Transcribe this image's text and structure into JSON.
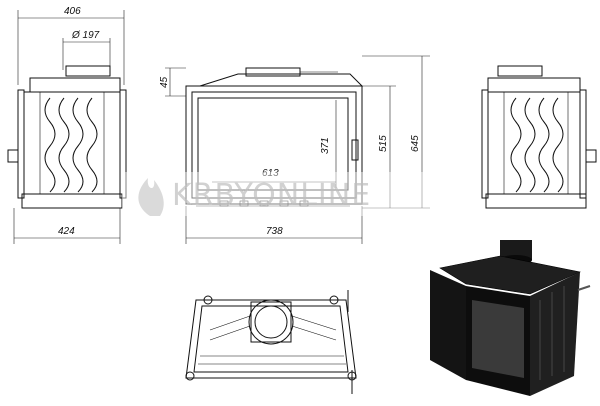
{
  "dimensions": {
    "side_width": "406",
    "flue_diameter": "Ø 197",
    "side_depth": "424",
    "top_offset": "45",
    "glass_height": "371",
    "glass_width": "613",
    "body_height": "515",
    "total_height": "645",
    "front_width": "738"
  },
  "watermark": {
    "text": "KRBYONLINE",
    "colors": {
      "watermark": "#c9c9c9",
      "flame": "#d4d4d4",
      "line": "#111111"
    }
  },
  "icons": {
    "flame": "flame-logo-icon"
  }
}
